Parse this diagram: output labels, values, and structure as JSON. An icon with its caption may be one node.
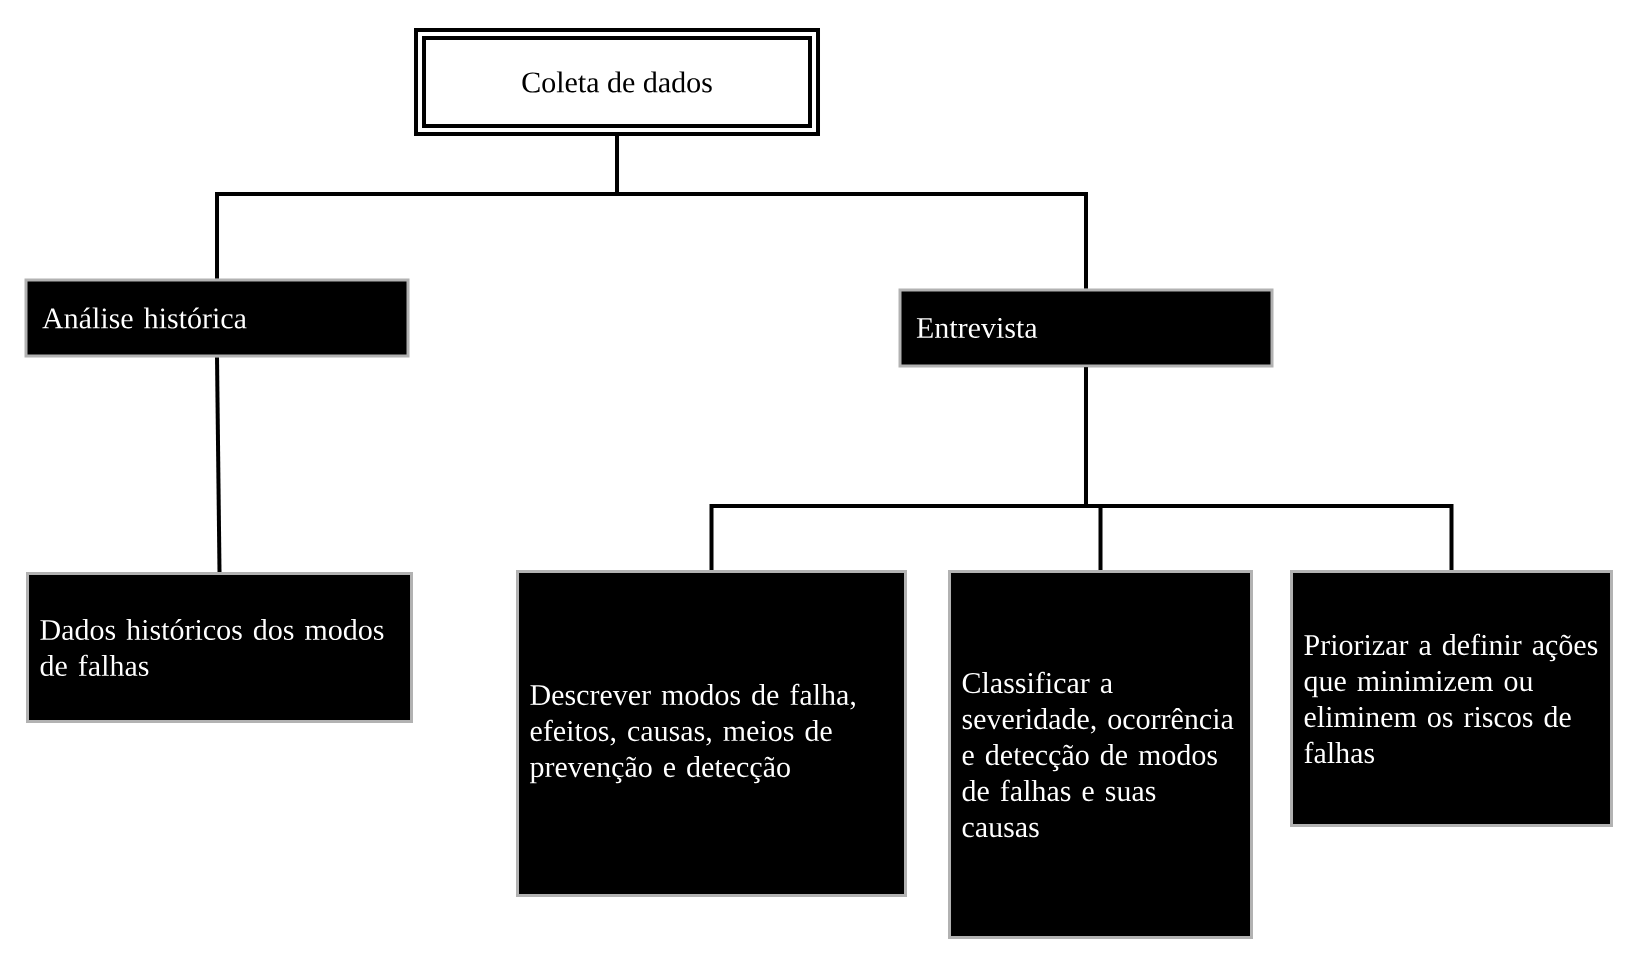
{
  "diagram": {
    "nodes": [
      {
        "text": [
          "Coleta de dados"
        ]
      },
      {
        "text": [
          "Análise histórica"
        ]
      },
      {
        "text": [
          "Entrevista"
        ]
      },
      {
        "text": [
          "Dados históricos dos modos de falhas"
        ]
      },
      {
        "text": [
          "Descrever modos de falha, efeitos, causas, meios de prevenção e detecção"
        ]
      },
      {
        "text": [
          "Classificar a severidade, ocorrência e detecção de modos de falhas e suas causas"
        ]
      },
      {
        "text": [
          "Priorizar a definir ações que minimizem ou eliminem os riscos de falhas"
        ]
      }
    ],
    "edges": [
      {
        "from": 0,
        "to": 1,
        "arrow": "none"
      },
      {
        "from": 0,
        "to": 2,
        "arrow": "none"
      },
      {
        "from": 1,
        "to": 3,
        "arrow": "none"
      },
      {
        "from": 2,
        "to": 4,
        "arrow": "none"
      },
      {
        "from": 2,
        "to": 5,
        "arrow": "none"
      },
      {
        "from": 2,
        "to": 6,
        "arrow": "none"
      }
    ]
  }
}
